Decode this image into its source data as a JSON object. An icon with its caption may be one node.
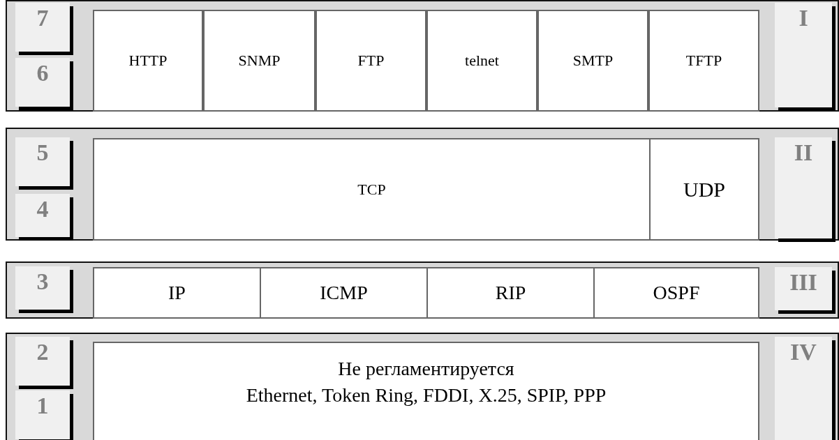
{
  "diagram": {
    "nodes": [
      {
        "text": [],
        "shape": "band"
      },
      {
        "text": [
          "7"
        ],
        "in": 0
      },
      {
        "text": [
          "6"
        ],
        "in": 0
      },
      {
        "text": [
          "HTTP"
        ],
        "in": 0
      },
      {
        "text": [
          "SNMP"
        ],
        "in": 0
      },
      {
        "text": [
          "FTP"
        ],
        "in": 0
      },
      {
        "text": [
          "telnet"
        ],
        "in": 0
      },
      {
        "text": [
          "SMTP"
        ],
        "in": 0
      },
      {
        "text": [
          "TFTP"
        ],
        "in": 0
      },
      {
        "text": [
          "I"
        ],
        "in": 0
      },
      {
        "text": [],
        "shape": "band"
      },
      {
        "text": [
          "5"
        ],
        "in": 10
      },
      {
        "text": [
          "4"
        ],
        "in": 10
      },
      {
        "text": [
          "TCP"
        ],
        "in": 10
      },
      {
        "text": [
          "UDP"
        ],
        "in": 10
      },
      {
        "text": [
          "II"
        ],
        "in": 10
      },
      {
        "text": [],
        "shape": "band"
      },
      {
        "text": [
          "3"
        ],
        "in": 16
      },
      {
        "text": [
          "IP"
        ],
        "in": 16
      },
      {
        "text": [
          "ICMP"
        ],
        "in": 16
      },
      {
        "text": [
          "RIP"
        ],
        "in": 16
      },
      {
        "text": [
          "OSPF"
        ],
        "in": 16
      },
      {
        "text": [
          "III"
        ],
        "in": 16
      },
      {
        "text": [],
        "shape": "band"
      },
      {
        "text": [
          "2"
        ],
        "in": 23
      },
      {
        "text": [
          "1"
        ],
        "in": 23
      },
      {
        "text": [
          "Не регламентируется",
          "Ethernet, Token Ring, FDDI, X.25, SPIP, PPP"
        ],
        "in": 23
      },
      {
        "text": [
          "IV"
        ],
        "in": 23
      }
    ]
  }
}
